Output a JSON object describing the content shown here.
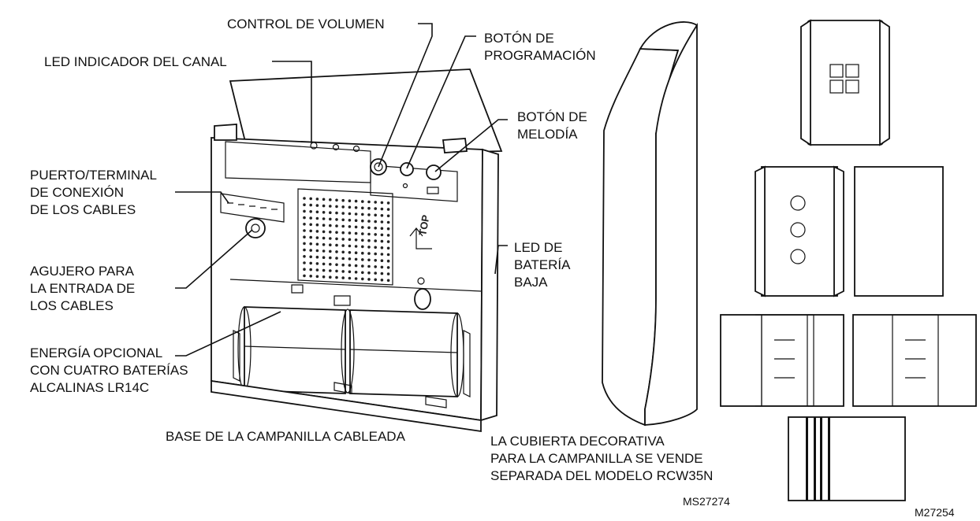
{
  "labels": {
    "control_volumen": "CONTROL DE VOLUMEN",
    "led_canal": "LED INDICADOR DEL CANAL",
    "boton_programacion": [
      "BOTÓN DE",
      "PROGRAMACIÓN"
    ],
    "boton_melodia": [
      "BOTÓN DE",
      "MELODÍA"
    ],
    "puerto_terminal": [
      "PUERTO/TERMINAL",
      "DE CONEXIÓN",
      "DE LOS CABLES"
    ],
    "led_bateria": [
      "LED DE",
      "BATERÍA",
      "BAJA"
    ],
    "agujero": [
      "AGUJERO PARA",
      "LA ENTRADA DE",
      "LOS CABLES"
    ],
    "energia": [
      "ENERGÍA OPCIONAL",
      "CON CUATRO BATERÍAS",
      "ALCALINAS LR14C"
    ],
    "base": "BASE DE LA CAMPANILLA CABLEADA",
    "cubierta": [
      "LA CUBIERTA DECORATIVA",
      "PARA LA CAMPANILLA SE VENDE",
      "SEPARADA DEL MODELO RCW35N"
    ],
    "codigo_1": "MS27274",
    "codigo_2": "M27254",
    "top_mark": "TOP"
  }
}
